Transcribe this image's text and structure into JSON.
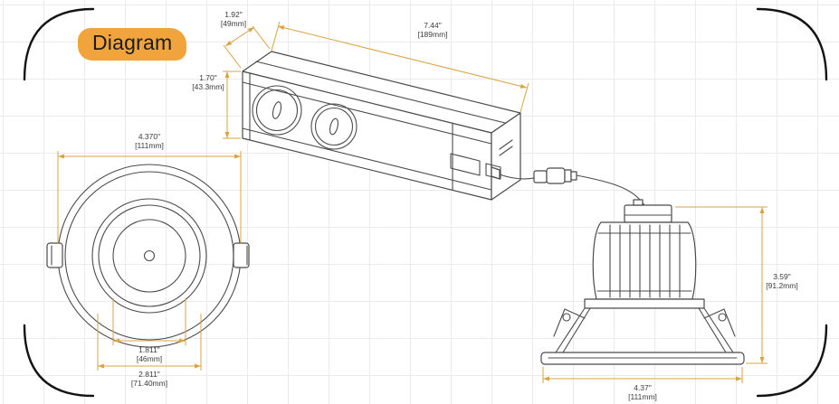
{
  "page": {
    "title": "Diagram"
  },
  "colors": {
    "highlight": "#F2A43C",
    "dimension": "#D9A441",
    "line": "#4b4b4b",
    "border": "#141414",
    "grid": "#ebebeb"
  },
  "diagram": {
    "driver_box": {
      "depth_in": "1.92\"",
      "depth_mm": "[49mm]",
      "length_in": "7.44\"",
      "length_mm": "[189mm]",
      "height_in": "1.70\"",
      "height_mm": "[43.3mm]"
    },
    "front_view": {
      "outer_in": "4.370\"",
      "outer_mm": "[111mm]",
      "inner_in": "1.811\"",
      "inner_mm": "[46mm]",
      "cutout_in": "2.811\"",
      "cutout_mm": "[71.40mm]"
    },
    "side_view": {
      "height_in": "3.59\"",
      "height_mm": "[91.2mm]",
      "width_in": "4.37\"",
      "width_mm": "[111mm]"
    }
  }
}
